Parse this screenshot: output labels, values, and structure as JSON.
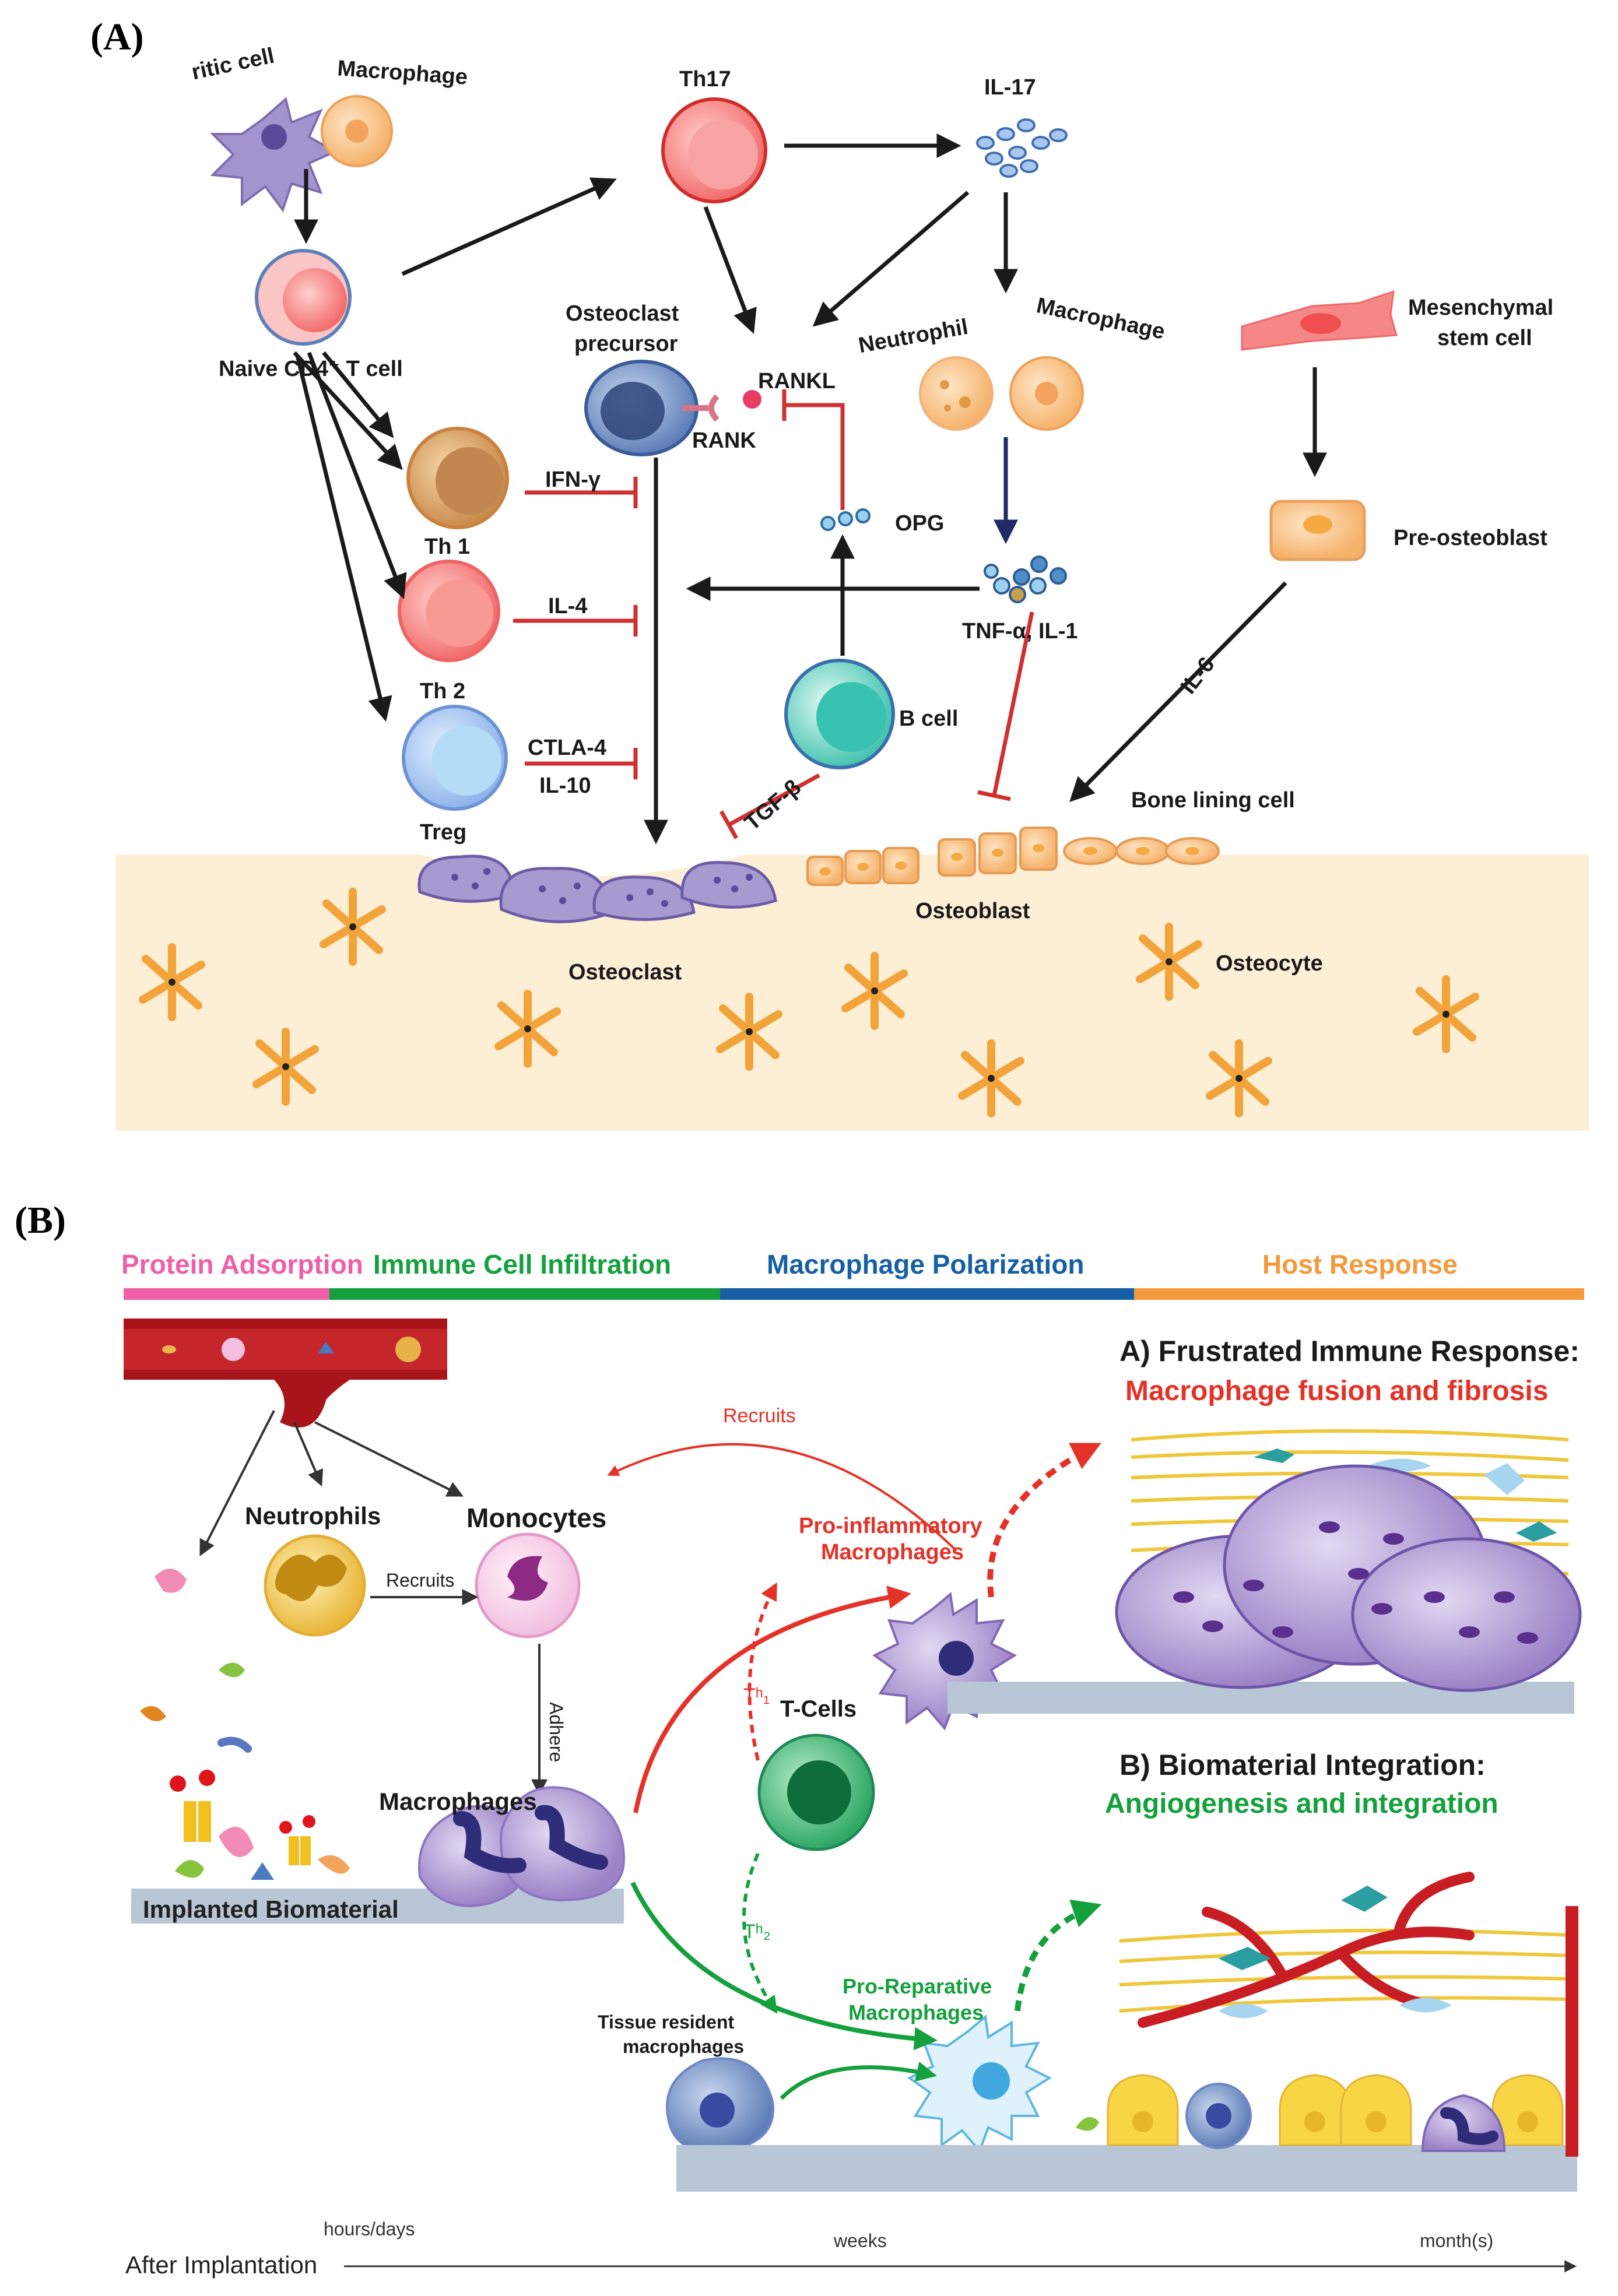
{
  "colors": {
    "pink": "#ef5fa7",
    "green": "#14a03c",
    "blue": "#165fa5",
    "orange": "#f39a3d",
    "red": "#e53228",
    "bone": "#fdeed6"
  },
  "panel_a": {
    "letter": "A",
    "dendritic_cell": "ritic cell",
    "macrophage_top": "Macrophage",
    "naive_t": "Naive CD4⁺ T cell",
    "th17": "Th17",
    "il17": "IL-17",
    "oc_precursor_1": "Osteoclast",
    "oc_precursor_2": "precursor",
    "rankl": "RANKL",
    "rank": "RANK",
    "neutrophil": "Neutrophil",
    "macrophage_mid": "Macrophage",
    "msc_1": "Mesenchymal",
    "msc_2": "stem cell",
    "pre_osteoblast": "Pre-osteoblast",
    "th1": "Th 1",
    "ifn": "IFN-γ",
    "th2": "Th 2",
    "il4": "IL-4",
    "treg": "Treg",
    "ctla4": "CTLA-4",
    "il10": "IL-10",
    "opg": "OPG",
    "tnf": "TNF-α,  IL-1",
    "b_cell": "B cell",
    "tgf": "TGF-β",
    "il6": "IL-6",
    "bone_lining": "Bone lining cell",
    "osteoblast": "Osteoblast",
    "osteoclast": "Osteoclast",
    "osteocyte": "Osteocyte"
  },
  "panel_b": {
    "letter": "B",
    "phases": [
      {
        "label": "Protein Adsorption",
        "color": "#ef5fa7"
      },
      {
        "label": "Immune Cell Infiltration",
        "color": "#14a03c"
      },
      {
        "label": "Macrophage Polarization",
        "color": "#165fa5"
      },
      {
        "label": "Host Response",
        "color": "#f39a3d"
      }
    ],
    "frustrated_title": "A) Frustrated Immune Response:",
    "frustrated_sub": "Macrophage fusion and fibrosis",
    "integration_title": "B) Biomaterial Integration:",
    "integration_sub": "Angiogenesis and integration",
    "recruits_top": "Recruits",
    "neutrophils": "Neutrophils",
    "monocytes": "Monocytes",
    "recruits_mid": "Recruits",
    "adhere": "Adhere",
    "pro_inflam_1": "Pro-inflammatory",
    "pro_inflam_2": "Macrophages",
    "th1": "Tʰ₁",
    "t_cells": "T-Cells",
    "th2": "Tʰ₂",
    "macrophages": "Macrophages",
    "implanted": "Implanted Biomaterial",
    "tissue_resident_1": "Tissue resident",
    "tissue_resident_2": "macrophages",
    "pro_rep_1": "Pro-Reparative",
    "pro_rep_2": "Macrophages",
    "time_hours": "hours/days",
    "time_weeks": "weeks",
    "time_months": "month(s)",
    "after_implant": "After Implantation"
  }
}
